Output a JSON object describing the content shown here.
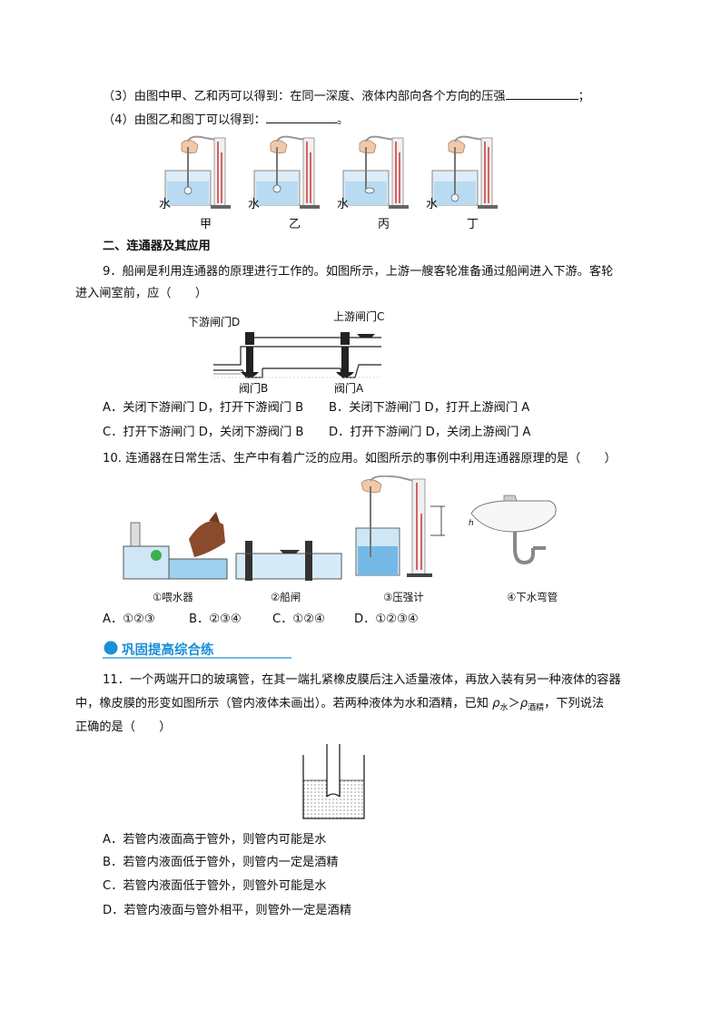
{
  "q8": {
    "part3": "（3）由图中甲、乙和丙可以得到：在同一深度、液体内部向各个方向的压强",
    "part3_end": "；",
    "part4": "（4）由图乙和图丁可以得到：",
    "part4_end": "。",
    "liquid_label": "水",
    "fig_labels": [
      "甲",
      "乙",
      "丙",
      "丁"
    ]
  },
  "section2": {
    "title": "二、连通器及其应用"
  },
  "q9": {
    "text_line1": "9．船闸是利用连通器的原理进行工作的。如图所示，上游一艘客轮准备通过船闸进入下游。客轮",
    "text_line2": "进入闸室前，应（　　）",
    "fig": {
      "gate_d": "下游闸门D",
      "gate_c": "上游闸门C",
      "valve_b": "阀门B",
      "valve_a": "阀门A"
    },
    "options": {
      "A": "A．关闭下游闸门 D，打开下游阀门 B",
      "B": "B．关闭下游闸门 D，打开上游阀门 A",
      "C": "C．打开下游闸门 D，关闭下游阀门 B",
      "D": "D．打开下游闸门 D，关闭上游阀门 A"
    }
  },
  "q10": {
    "text": "10. 连通器在日常生活、生产中有着广泛的应用。如图所示的事例中利用连通器原理的是（　　）",
    "captions": [
      "①喂水器",
      "②船闸",
      "③压强计",
      "④下水弯管"
    ],
    "h_label": "h",
    "options": {
      "A": "A．①②③",
      "B": "B．②③④",
      "C": "C．①②④",
      "D": "D．①②③④"
    }
  },
  "section3": {
    "title": "巩固提高综合练",
    "accent_color": "#1a8fd8"
  },
  "q11": {
    "line1": "11．一个两端开口的玻璃管，在其一端扎紧橡皮膜后注入适量液体，再放入装有另一种液体的容器",
    "line2_pre": "中，橡皮膜的形变如图所示（管内液体未画出）。若两种液体为水和酒精，已知",
    "rho_water": "ρ",
    "rho_water_sub": "水",
    "gt": "＞",
    "rho_alcohol": "ρ",
    "rho_alcohol_sub": "酒精",
    "line2_post": "，下列说法",
    "line3": "正确的是（　　）",
    "options": {
      "A": "A．若管内液面高于管外，则管内可能是水",
      "B": "B．若管内液面低于管外，则管内一定是酒精",
      "C": "C．若管内液面低于管外，则管外可能是水",
      "D": "D．若管内液面与管外相平，则管外一定是酒精"
    }
  }
}
